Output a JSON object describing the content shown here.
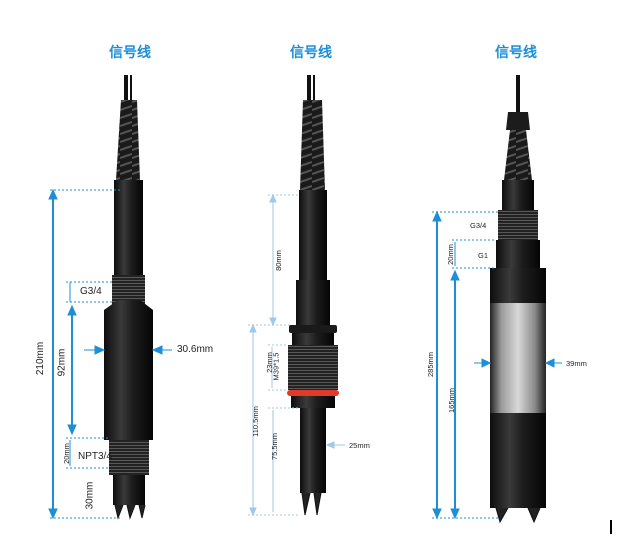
{
  "titles": [
    "信号线",
    "信号线",
    "信号线"
  ],
  "sensor1": {
    "total_length": "210mm",
    "mid_length": "92mm",
    "thread_top": "G3/4",
    "thread_bottom": "NPT3/4",
    "thread_bottom_len": "20mm",
    "tip_len": "30mm",
    "diameter": "30.6mm"
  },
  "sensor2": {
    "upper_len": "80mm",
    "body_len": "110.5mm",
    "nut_len": "23mm",
    "nut_thread": "M39*1.5",
    "lower_len": "75.5mm",
    "diameter": "25mm"
  },
  "sensor3": {
    "total_length": "285mm",
    "body_len": "165mm",
    "thread_top": "G3/4",
    "thread_mid": "G1",
    "thread_mid_len": "20mm",
    "diameter": "39mm"
  }
}
